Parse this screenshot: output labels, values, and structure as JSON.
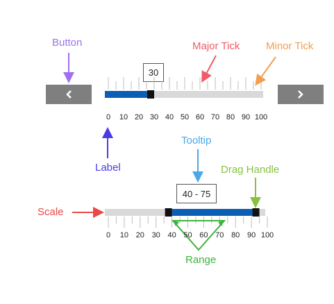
{
  "callouts": {
    "button": "Button",
    "major_tick": "Major Tick",
    "minor_tick": "Minor Tick",
    "label": "Label",
    "tooltip": "Tooltip",
    "drag_handle": "Drag Handle",
    "scale": "Scale",
    "range": "Range"
  },
  "colors": {
    "button": "#a070f0",
    "major_tick": "#f05a6a",
    "minor_tick": "#f0a050",
    "label": "#4a3ae8",
    "tooltip": "#4aa8e8",
    "drag_handle": "#88c040",
    "scale": "#e84848",
    "range": "#3cb43c",
    "fill": "#0a5fb4",
    "track": "#d9d9d9",
    "handle": "#111111",
    "button_bg": "#7f7f7f"
  },
  "slider1": {
    "value": 30,
    "tooltip": "30",
    "min": 0,
    "max": 100,
    "tick_labels": [
      "0",
      "10",
      "20",
      "30",
      "40",
      "50",
      "60",
      "70",
      "80",
      "90",
      "100"
    ],
    "prev_icon": "chevron-left-icon",
    "next_icon": "chevron-right-icon"
  },
  "slider2": {
    "start": 40,
    "end": 95,
    "tooltip": "40 - 75",
    "min": 0,
    "max": 100,
    "tick_labels": [
      "0",
      "10",
      "20",
      "30",
      "40",
      "50",
      "60",
      "70",
      "80",
      "90",
      "100"
    ]
  }
}
